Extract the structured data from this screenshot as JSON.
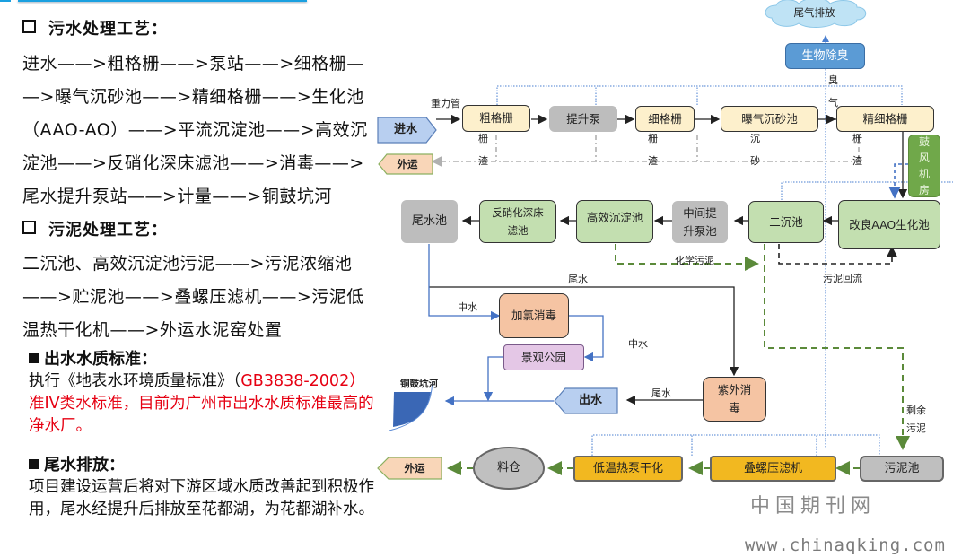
{
  "left_panel": {
    "sewage_heading": "污水处理工艺：",
    "sewage_lines": [
      "进水——>粗格栅——>泵站——>细格栅—",
      "—>曝气沉砂池——>精细格栅——>生化池",
      "（AAO-AO）——>平流沉淀池——>高效沉",
      "淀池——>反硝化深床滤池——>消毒——>",
      "尾水提升泵站——>计量——>铜鼓坑河"
    ],
    "sludge_heading": "污泥处理工艺：",
    "sludge_lines": [
      "二沉池、高效沉淀池污泥——>污泥浓缩池",
      "——>贮泥池——>叠螺压滤机——>污泥低",
      "温热干化机——>外运水泥窑处置"
    ],
    "effluent_heading": "出水水质标准：",
    "effluent_text_black": "执行《地表水环境质量标准》（",
    "effluent_text_red": "GB3838-2002）准IV类水标准，目前为广州市出水水质标准最高的净水厂。",
    "discharge_heading": "尾水排放：",
    "discharge_text": "项目建设运营后将对下游区域水质改善起到积极作用，尾水经提升后排放至花都湖，为花都湖补水。"
  },
  "diagram": {
    "nodes": {
      "exhaust": "尾气排放",
      "bio_deodor": "生物除臭",
      "inlet": "进水",
      "outbound_top": "外运",
      "coarse_screen": "粗格栅",
      "lift_pump": "提升泵",
      "fine_screen": "细格栅",
      "aerated_grit": "曝气沉砂池",
      "ultra_fine_screen": "精细格栅",
      "blower_room": "鼓风机房",
      "aao": "改良AAO生化池",
      "secondary_clarifier": "二沉池",
      "mid_lift": "中间提升泵池",
      "high_eff_settling": "高效沉淀池",
      "denitrify_filter": "反硝化深床滤池",
      "tail_pool": "尾水池",
      "chlorine": "加氯消毒",
      "park": "景观公园",
      "uv": "紫外消毒",
      "outlet": "出水",
      "river": "铜鼓坑河",
      "outbound_bottom": "外运",
      "silo": "料仓",
      "dryer": "低温热泵干化",
      "press": "叠螺压滤机",
      "sludge_pool": "污泥池"
    },
    "labels": {
      "gravity_pipe": "重力管",
      "screenings1": "栅渣",
      "screenings2": "栅渣",
      "grit": "沉砂",
      "screenings3": "栅渣",
      "odor": "臭气",
      "chem_sludge": "化学污泥",
      "sludge_return": "污泥回流",
      "tail_water1": "尾水",
      "reclaimed1": "中水",
      "reclaimed2": "中水",
      "tail_water2": "尾水",
      "excess_sludge": "剩余污泥"
    },
    "colors": {
      "process_flow": "#222222",
      "reclaimed_flow": "#4472c4",
      "sludge_flow": "#5b8a3a",
      "solids_flow": "#b0b0b0",
      "odor_flow": "#4a7fd0"
    }
  },
  "watermark": {
    "cn": "中国期刊网",
    "url": "www.chinaqking.com"
  }
}
